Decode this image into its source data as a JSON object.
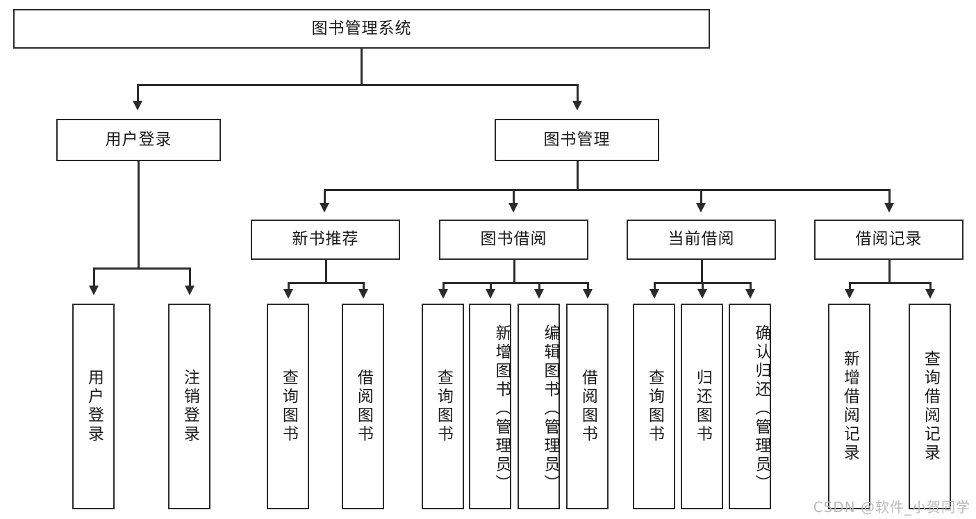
{
  "diagram": {
    "title": "图书管理系统",
    "type": "functional-decomposition-tree",
    "root": {
      "label": "图书管理系统"
    },
    "level2": [
      {
        "label": "用户登录"
      },
      {
        "label": "图书管理"
      }
    ],
    "level3": [
      {
        "label": "新书推荐"
      },
      {
        "label": "图书借阅"
      },
      {
        "label": "当前借阅"
      },
      {
        "label": "借阅记录"
      }
    ],
    "leaves": {
      "user_login": [
        {
          "label": "用户登录"
        },
        {
          "label": "注销登录"
        }
      ],
      "new_book_recommend": [
        {
          "label": "查询图书"
        },
        {
          "label": "借阅图书"
        }
      ],
      "book_borrow": [
        {
          "label": "查询图书"
        },
        {
          "label": "新增图书（管理员）"
        },
        {
          "label": "编辑图书（管理员）"
        },
        {
          "label": "借阅图书"
        }
      ],
      "current_borrow": [
        {
          "label": "查询图书"
        },
        {
          "label": "归还图书"
        },
        {
          "label": "确认归还（管理员）"
        }
      ],
      "borrow_record": [
        {
          "label": "新增借阅记录"
        },
        {
          "label": "查询借阅记录"
        }
      ]
    },
    "watermark": "CSDN @软件_小贺同学",
    "colors": {
      "stroke": "#2b2b2b",
      "fill": "#ffffff",
      "text": "#1a1a1a",
      "watermark": "#b9b9b9"
    }
  }
}
